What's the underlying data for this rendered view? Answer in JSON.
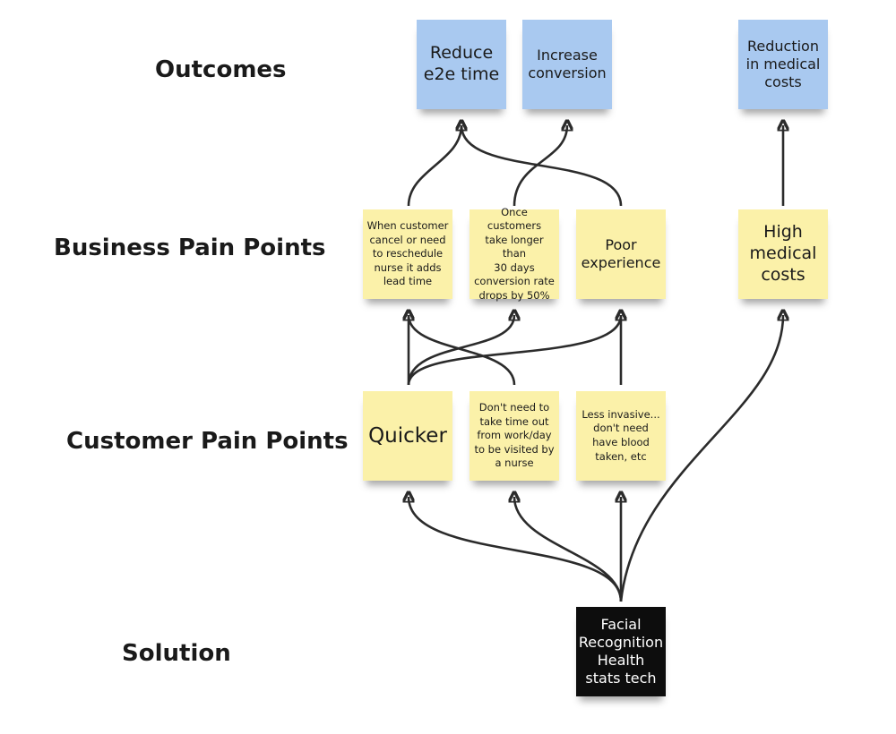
{
  "rows": {
    "outcomes": "Outcomes",
    "business": "Business Pain Points",
    "customer": "Customer Pain Points",
    "solution": "Solution"
  },
  "notes": {
    "reduce_e2e": "Reduce\ne2e time",
    "increase_conversion": "Increase\nconversion",
    "reduction_medical": "Reduction\nin medical\ncosts",
    "reschedule": "When customer\ncancel or need\nto reschedule\nnurse it adds\nlead time",
    "conversion_drop": "Once customers\ntake longer than\n30 days\nconversion rate\ndrops by 50%",
    "poor_experience": "Poor\nexperience",
    "high_medical": "High\nmedical\ncosts",
    "quicker": "Quicker",
    "no_time_off": "Don't need to\ntake time out\nfrom work/day\nto be visited by\na nurse",
    "less_invasive": "Less invasive...\ndon't need\nhave blood\ntaken, etc",
    "solution": "Facial\nRecognition\nHealth\nstats tech"
  },
  "colors": {
    "outcome": "#a9c9f0",
    "pain_point": "#fbf1a9",
    "solution": "#0d0d0d",
    "connector": "#2b2b2b"
  },
  "connections": [
    {
      "from": "reschedule",
      "to": "reduce_e2e"
    },
    {
      "from": "poor_experience",
      "to": "reduce_e2e"
    },
    {
      "from": "conversion_drop",
      "to": "increase_conversion"
    },
    {
      "from": "high_medical",
      "to": "reduction_medical"
    },
    {
      "from": "quicker",
      "to": "reschedule"
    },
    {
      "from": "quicker",
      "to": "conversion_drop"
    },
    {
      "from": "quicker",
      "to": "poor_experience"
    },
    {
      "from": "no_time_off",
      "to": "reschedule"
    },
    {
      "from": "less_invasive",
      "to": "poor_experience"
    },
    {
      "from": "solution",
      "to": "quicker"
    },
    {
      "from": "solution",
      "to": "no_time_off"
    },
    {
      "from": "solution",
      "to": "less_invasive"
    },
    {
      "from": "solution",
      "to": "high_medical"
    }
  ]
}
